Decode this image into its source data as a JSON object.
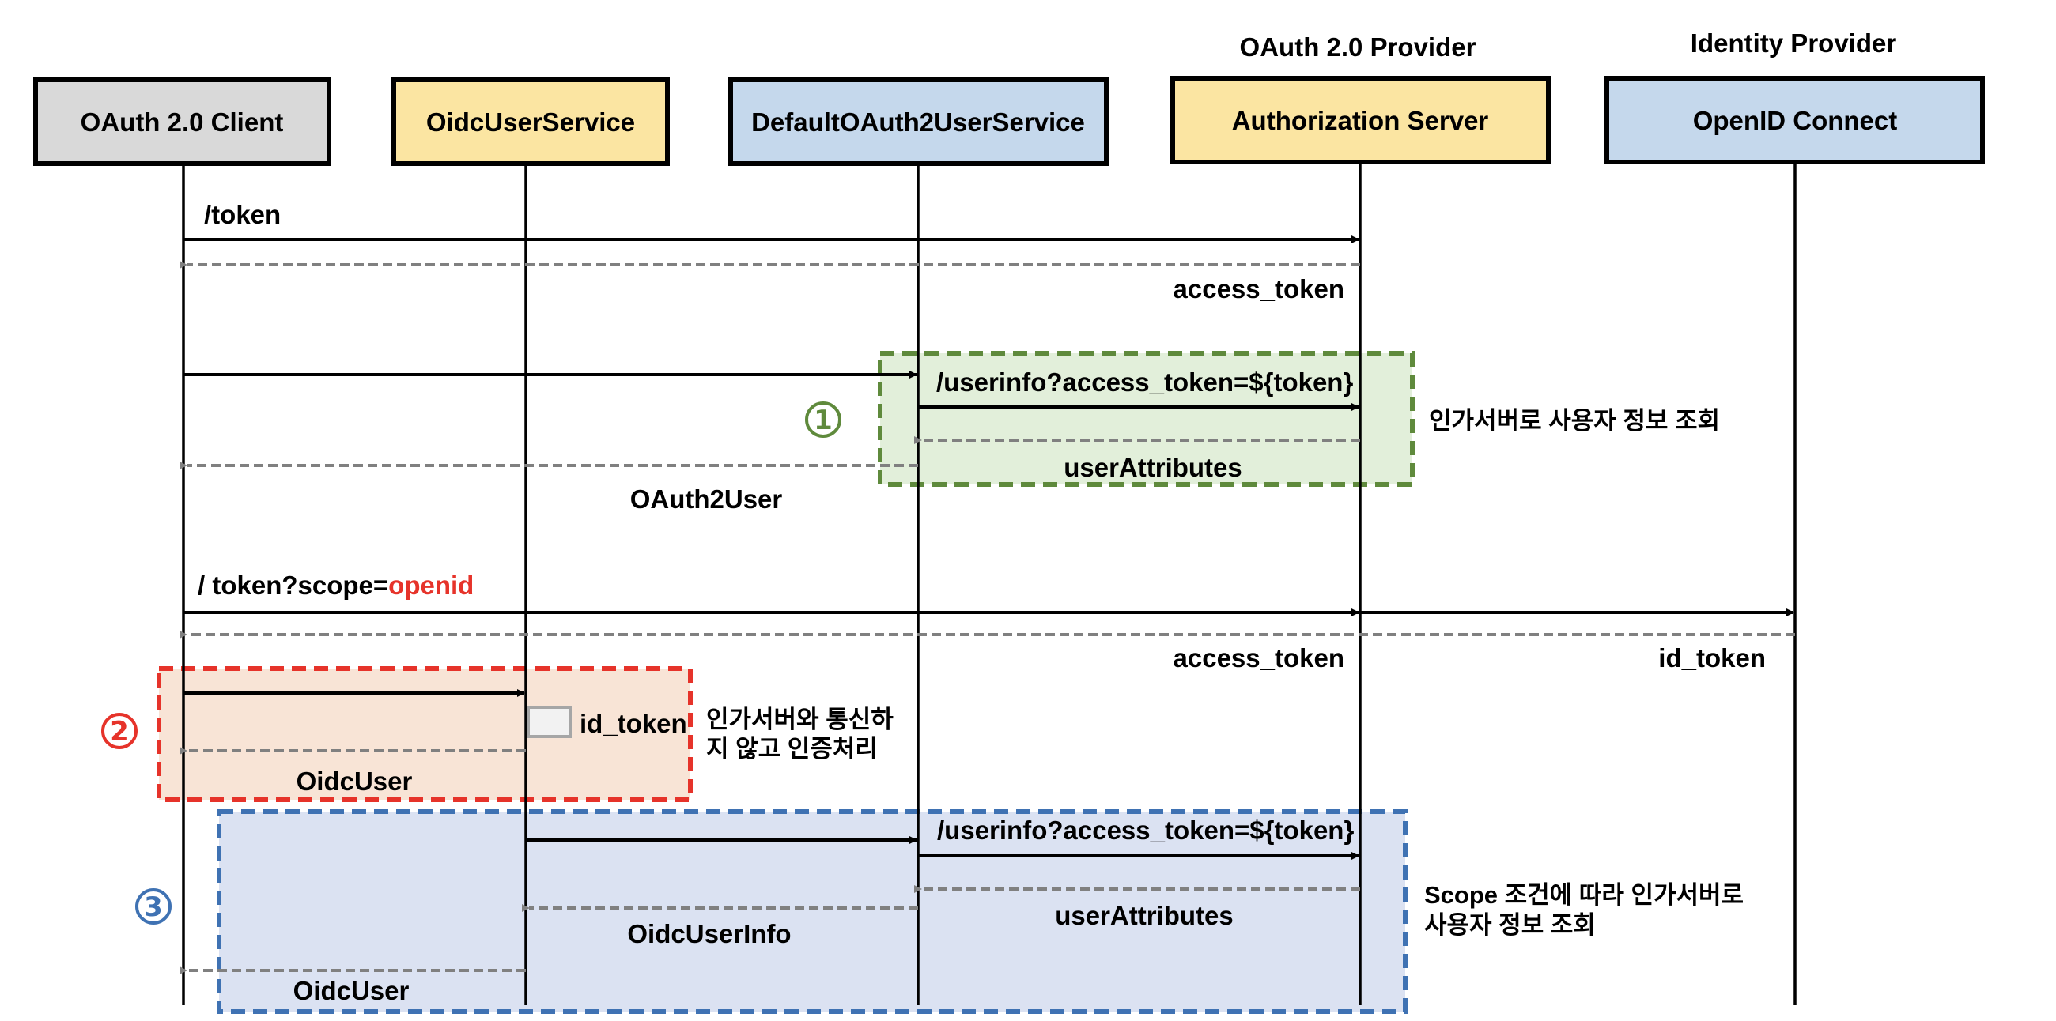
{
  "colors": {
    "client_fill": "#d9d9d9",
    "service_fill": "#fbe5a2",
    "blue_fill": "#c5d8ec",
    "solid_arrow": "#000000",
    "return_arrow": "#808080",
    "green_stroke": "#5f8a3c",
    "green_fill": "#e2efda",
    "red_stroke": "#e6332a",
    "red_fill": "#f8e4d6",
    "blue_stroke": "#3f72b3",
    "blue_group_fill": "#dbe2f2",
    "highlight_text": "#e6332a",
    "id_token_box_fill": "#f2f2f2",
    "id_token_box_stroke": "#a6a6a6"
  },
  "group_labels": {
    "oauth_provider": "OAuth 2.0 Provider",
    "identity_provider": "Identity Provider"
  },
  "participants": [
    {
      "id": "client",
      "label": "OAuth 2.0 Client"
    },
    {
      "id": "oidc_user_service",
      "label": "OidcUserService"
    },
    {
      "id": "default_oauth2_user_service",
      "label": "DefaultOAuth2UserService"
    },
    {
      "id": "authorization_server",
      "label": "Authorization Server"
    },
    {
      "id": "openid_connect",
      "label": "OpenID Connect"
    }
  ],
  "messages": {
    "token_request": "/token",
    "token_response": "access_token",
    "userinfo_request_1": "/userinfo?access_token=${token}",
    "user_attributes_1": "userAttributes",
    "oauth2user": "OAuth2User",
    "openid_request_prefix": "/ token?scope=",
    "openid_request_highlight": "openid",
    "openid_access_token": "access_token",
    "openid_id_token": "id_token",
    "id_token_local": "id_token",
    "oidc_user_2": "OidcUser",
    "userinfo_request_3": "/userinfo?access_token=${token}",
    "user_attributes_3": "userAttributes",
    "oidc_user_info": "OidcUserInfo",
    "oidc_user_3": "OidcUser"
  },
  "steps": [
    {
      "number": "1",
      "icon": "circled-one-icon",
      "note_lines": [
        "인가서버로 사용자 정보 조회"
      ]
    },
    {
      "number": "2",
      "icon": "circled-two-icon",
      "note_lines": [
        "인가서버와 통신하",
        "지 않고 인증처리"
      ]
    },
    {
      "number": "3",
      "icon": "circled-three-icon",
      "note_lines": [
        "Scope 조건에 따라 인가서버로",
        "사용자 정보 조회"
      ]
    }
  ]
}
